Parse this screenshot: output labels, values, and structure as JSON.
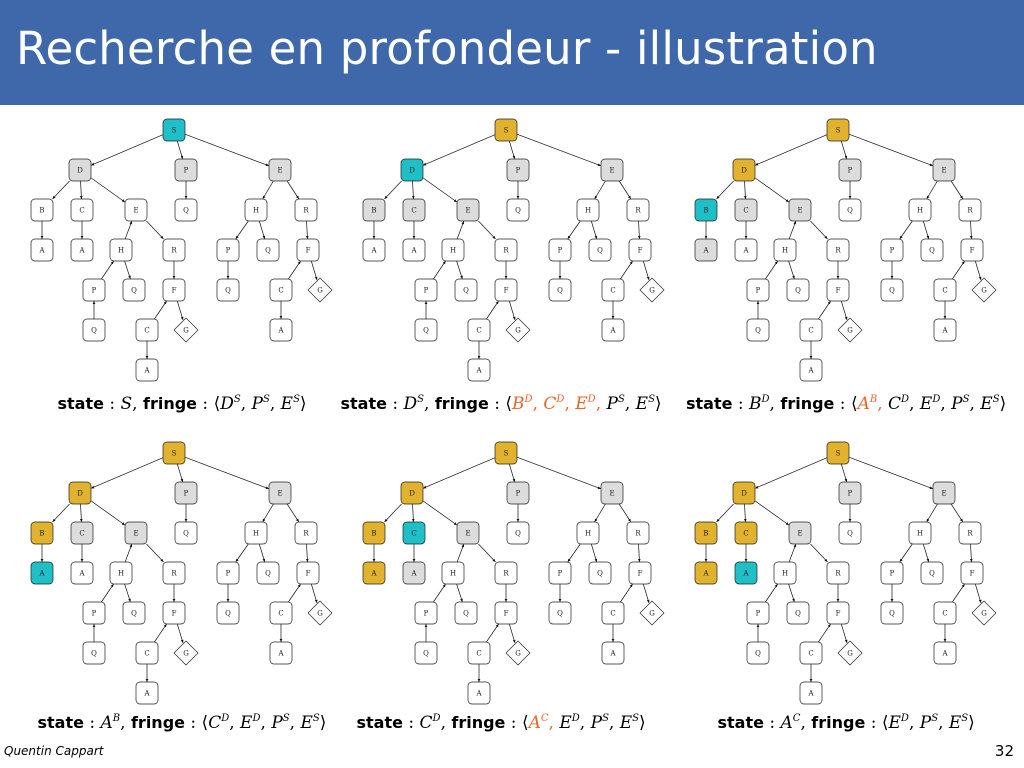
{
  "slide": {
    "title": "Recherche en profondeur - illustration",
    "author": "Quentin Cappart",
    "page_number": "32"
  },
  "colors": {
    "title_bar": "#3e68a9",
    "current": "#1ebfc7",
    "visited": "#e1b22d",
    "fringe": "#dcdcdc",
    "unexplored": "#ffffff",
    "fringe_text_highlight": "#e8652a"
  },
  "tree": {
    "nodes": [
      {
        "id": "S",
        "label": "S"
      },
      {
        "id": "D",
        "label": "D"
      },
      {
        "id": "P",
        "label": "P"
      },
      {
        "id": "E",
        "label": "E"
      },
      {
        "id": "B",
        "label": "B"
      },
      {
        "id": "C",
        "label": "C"
      },
      {
        "id": "E2",
        "label": "E"
      },
      {
        "id": "Q",
        "label": "Q"
      },
      {
        "id": "H",
        "label": "H"
      },
      {
        "id": "R",
        "label": "R"
      },
      {
        "id": "BA",
        "label": "A"
      },
      {
        "id": "CA",
        "label": "A"
      },
      {
        "id": "E2H",
        "label": "H"
      },
      {
        "id": "E2R",
        "label": "R"
      },
      {
        "id": "HP",
        "label": "P"
      },
      {
        "id": "HQ",
        "label": "Q"
      },
      {
        "id": "RF",
        "label": "F"
      },
      {
        "id": "E2HP",
        "label": "P"
      },
      {
        "id": "E2HQ",
        "label": "Q"
      },
      {
        "id": "E2RF",
        "label": "F"
      },
      {
        "id": "HPQ",
        "label": "Q"
      },
      {
        "id": "RFC",
        "label": "C"
      },
      {
        "id": "RFG",
        "label": "G",
        "shape": "diamond"
      },
      {
        "id": "E2HPQ",
        "label": "Q"
      },
      {
        "id": "E2RFC",
        "label": "C"
      },
      {
        "id": "E2RFG",
        "label": "G",
        "shape": "diamond"
      },
      {
        "id": "RFCA",
        "label": "A"
      },
      {
        "id": "E2RFCA",
        "label": "A"
      }
    ],
    "edges": [
      [
        "S",
        "D",
        "down"
      ],
      [
        "S",
        "P",
        "down"
      ],
      [
        "S",
        "E",
        "down"
      ],
      [
        "D",
        "B",
        "down"
      ],
      [
        "D",
        "C",
        "down"
      ],
      [
        "D",
        "E2",
        "down"
      ],
      [
        "P",
        "Q",
        "down"
      ],
      [
        "E",
        "H",
        "down"
      ],
      [
        "E",
        "R",
        "down"
      ],
      [
        "B",
        "BA",
        "down"
      ],
      [
        "C",
        "CA",
        "down"
      ],
      [
        "E2",
        "E2H",
        "up"
      ],
      [
        "E2",
        "E2R",
        "down"
      ],
      [
        "H",
        "HP",
        "down"
      ],
      [
        "H",
        "HQ",
        "down"
      ],
      [
        "R",
        "RF",
        "down"
      ],
      [
        "E2H",
        "E2HP",
        "up"
      ],
      [
        "E2H",
        "E2HQ",
        "down"
      ],
      [
        "E2R",
        "E2RF",
        "down"
      ],
      [
        "HP",
        "HPQ",
        "down"
      ],
      [
        "RF",
        "RFC",
        "up"
      ],
      [
        "RF",
        "RFG",
        "down"
      ],
      [
        "E2HP",
        "E2HPQ",
        "up"
      ],
      [
        "E2RF",
        "E2RFC",
        "up"
      ],
      [
        "E2RF",
        "E2RFG",
        "down"
      ],
      [
        "RFC",
        "RFCA",
        "down"
      ],
      [
        "E2RFC",
        "E2RFCA",
        "down"
      ]
    ]
  },
  "panels": [
    {
      "states": {
        "S": "current",
        "D": "fringe",
        "P": "fringe",
        "E": "fringe"
      },
      "caption": {
        "state_kw": "state",
        "sep1": " : ",
        "state": "S",
        "state_sup": "",
        "comma": ", ",
        "fringe_kw": "fringe",
        "sep2": " : ",
        "lang": "⟨",
        "rang": "⟩",
        "items": [
          {
            "t": "D",
            "s": "S",
            "hl": false
          },
          {
            "t": "P",
            "s": "S",
            "hl": false
          },
          {
            "t": "E",
            "s": "S",
            "hl": false
          }
        ]
      }
    },
    {
      "states": {
        "S": "visited",
        "D": "current",
        "P": "fringe",
        "E": "fringe",
        "B": "fringe",
        "C": "fringe",
        "E2": "fringe"
      },
      "caption": {
        "state_kw": "state",
        "sep1": " : ",
        "state": "D",
        "state_sup": "S",
        "comma": ", ",
        "fringe_kw": "fringe",
        "sep2": " : ",
        "lang": "⟨",
        "rang": "⟩",
        "items": [
          {
            "t": "B",
            "s": "D",
            "hl": true
          },
          {
            "t": "C",
            "s": "D",
            "hl": true
          },
          {
            "t": "E",
            "s": "D",
            "hl": true
          },
          {
            "t": "P",
            "s": "S",
            "hl": false
          },
          {
            "t": "E",
            "s": "S",
            "hl": false
          }
        ]
      }
    },
    {
      "states": {
        "S": "visited",
        "D": "visited",
        "B": "current",
        "P": "fringe",
        "E": "fringe",
        "C": "fringe",
        "E2": "fringe",
        "BA": "fringe"
      },
      "caption": {
        "state_kw": "state",
        "sep1": " : ",
        "state": "B",
        "state_sup": "D",
        "comma": ", ",
        "fringe_kw": "fringe",
        "sep2": " : ",
        "lang": "⟨",
        "rang": "⟩",
        "items": [
          {
            "t": "A",
            "s": "B",
            "hl": true
          },
          {
            "t": "C",
            "s": "D",
            "hl": false
          },
          {
            "t": "E",
            "s": "D",
            "hl": false
          },
          {
            "t": "P",
            "s": "S",
            "hl": false
          },
          {
            "t": "E",
            "s": "S",
            "hl": false
          }
        ]
      }
    },
    {
      "states": {
        "S": "visited",
        "D": "visited",
        "B": "visited",
        "BA": "current",
        "P": "fringe",
        "E": "fringe",
        "C": "fringe",
        "E2": "fringe"
      },
      "caption": {
        "state_kw": "state",
        "sep1": " : ",
        "state": "A",
        "state_sup": "B",
        "comma": ", ",
        "fringe_kw": "fringe",
        "sep2": " : ",
        "lang": "⟨",
        "rang": "⟩",
        "items": [
          {
            "t": "C",
            "s": "D",
            "hl": false
          },
          {
            "t": "E",
            "s": "D",
            "hl": false
          },
          {
            "t": "P",
            "s": "S",
            "hl": false
          },
          {
            "t": "E",
            "s": "S",
            "hl": false
          }
        ]
      }
    },
    {
      "states": {
        "S": "visited",
        "D": "visited",
        "B": "visited",
        "BA": "visited",
        "C": "current",
        "P": "fringe",
        "E": "fringe",
        "E2": "fringe",
        "CA": "fringe"
      },
      "caption": {
        "state_kw": "state",
        "sep1": " : ",
        "state": "C",
        "state_sup": "D",
        "comma": ", ",
        "fringe_kw": "fringe",
        "sep2": " : ",
        "lang": "⟨",
        "rang": "⟩",
        "items": [
          {
            "t": "A",
            "s": "C",
            "hl": true
          },
          {
            "t": "E",
            "s": "D",
            "hl": false
          },
          {
            "t": "P",
            "s": "S",
            "hl": false
          },
          {
            "t": "E",
            "s": "S",
            "hl": false
          }
        ]
      }
    },
    {
      "states": {
        "S": "visited",
        "D": "visited",
        "B": "visited",
        "BA": "visited",
        "C": "visited",
        "CA": "current",
        "P": "fringe",
        "E": "fringe",
        "E2": "fringe"
      },
      "caption": {
        "state_kw": "state",
        "sep1": " : ",
        "state": "A",
        "state_sup": "C",
        "comma": ", ",
        "fringe_kw": "fringe",
        "sep2": " : ",
        "lang": "⟨",
        "rang": "⟩",
        "items": [
          {
            "t": "E",
            "s": "D",
            "hl": false
          },
          {
            "t": "P",
            "s": "S",
            "hl": false
          },
          {
            "t": "E",
            "s": "S",
            "hl": false
          }
        ]
      }
    }
  ]
}
